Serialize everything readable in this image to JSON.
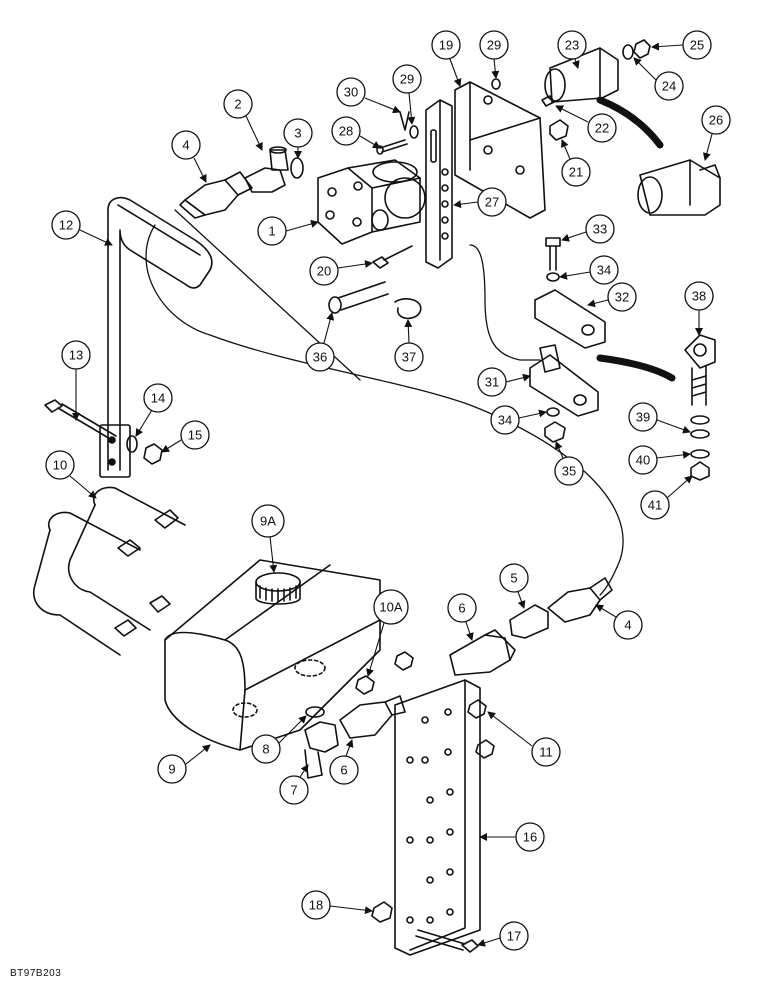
{
  "drawing_code": "BT97B203",
  "callouts": [
    {
      "id": "c1",
      "label": "1"
    },
    {
      "id": "c2",
      "label": "2"
    },
    {
      "id": "c3",
      "label": "3"
    },
    {
      "id": "c4a",
      "label": "4"
    },
    {
      "id": "c4b",
      "label": "4"
    },
    {
      "id": "c5",
      "label": "5"
    },
    {
      "id": "c6a",
      "label": "6"
    },
    {
      "id": "c6b",
      "label": "6"
    },
    {
      "id": "c7",
      "label": "7"
    },
    {
      "id": "c8",
      "label": "8"
    },
    {
      "id": "c9",
      "label": "9"
    },
    {
      "id": "c9A",
      "label": "9A"
    },
    {
      "id": "c10",
      "label": "10"
    },
    {
      "id": "c10A",
      "label": "10A"
    },
    {
      "id": "c11",
      "label": "11"
    },
    {
      "id": "c12",
      "label": "12"
    },
    {
      "id": "c13",
      "label": "13"
    },
    {
      "id": "c14",
      "label": "14"
    },
    {
      "id": "c15",
      "label": "15"
    },
    {
      "id": "c16",
      "label": "16"
    },
    {
      "id": "c17",
      "label": "17"
    },
    {
      "id": "c18",
      "label": "18"
    },
    {
      "id": "c19",
      "label": "19"
    },
    {
      "id": "c20",
      "label": "20"
    },
    {
      "id": "c21",
      "label": "21"
    },
    {
      "id": "c22",
      "label": "22"
    },
    {
      "id": "c23",
      "label": "23"
    },
    {
      "id": "c24",
      "label": "24"
    },
    {
      "id": "c25",
      "label": "25"
    },
    {
      "id": "c26",
      "label": "26"
    },
    {
      "id": "c27",
      "label": "27"
    },
    {
      "id": "c28",
      "label": "28"
    },
    {
      "id": "c29a",
      "label": "29"
    },
    {
      "id": "c29b",
      "label": "29"
    },
    {
      "id": "c30",
      "label": "30"
    },
    {
      "id": "c31",
      "label": "31"
    },
    {
      "id": "c32",
      "label": "32"
    },
    {
      "id": "c33",
      "label": "33"
    },
    {
      "id": "c34a",
      "label": "34"
    },
    {
      "id": "c34b",
      "label": "34"
    },
    {
      "id": "c35",
      "label": "35"
    },
    {
      "id": "c36",
      "label": "36"
    },
    {
      "id": "c37",
      "label": "37"
    },
    {
      "id": "c38",
      "label": "38"
    },
    {
      "id": "c39",
      "label": "39"
    },
    {
      "id": "c40",
      "label": "40"
    },
    {
      "id": "c41",
      "label": "41"
    }
  ]
}
